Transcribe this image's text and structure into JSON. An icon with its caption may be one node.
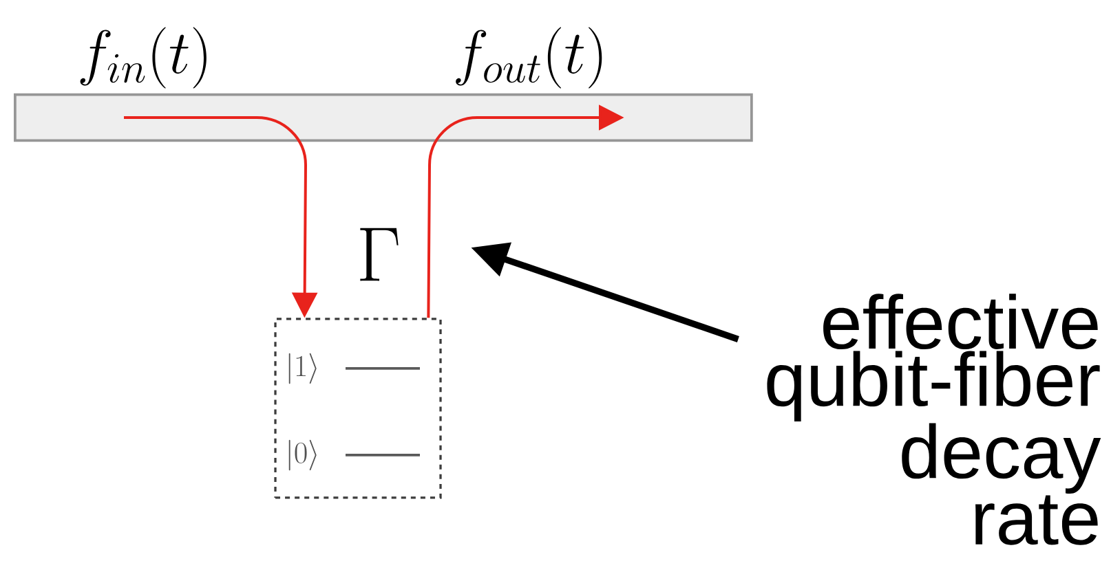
{
  "diagram": {
    "nodes": [
      {
        "text": [],
        "shape": "bar"
      },
      {
        "text": [
          "|1\\rangle",
          "|0\\rangle"
        ]
      },
      {
        "text": [
          "effective qubit-fiber decay rate"
        ]
      }
    ],
    "edges": [
      {
        "from": 0,
        "to": 1,
        "arrow": "to",
        "label": "f_{in}(t)",
        "color": "#e8231c"
      },
      {
        "from": 1,
        "to": 0,
        "arrow": "to",
        "label": "f_{out}(t)",
        "color": "#e8231c"
      },
      {
        "from": 2,
        "to": null,
        "arrow": "to",
        "style": "thick",
        "color": "#000000"
      }
    ],
    "labels": [
      "\\Gamma"
    ]
  }
}
